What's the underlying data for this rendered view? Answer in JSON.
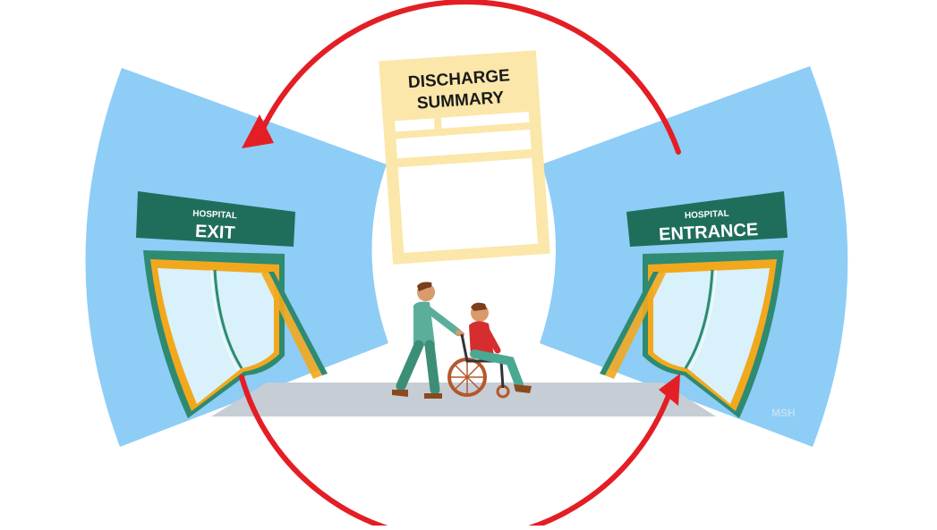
{
  "exit_sign": {
    "small": "HOSPITAL",
    "big": "EXIT"
  },
  "entrance_sign": {
    "small": "HOSPITAL",
    "big": "ENTRANCE"
  },
  "document": {
    "title_line1": "DISCHARGE",
    "title_line2": "SUMMARY"
  },
  "credit": "MSH",
  "colors": {
    "wall": "#8ECDF6",
    "sign": "#1F6E5B",
    "frame": "#F2A81D",
    "door_trim": "#2E8A71",
    "glass": "#D8F1FA",
    "floor": "#C6CDD5",
    "arrow": "#E31E24",
    "paper": "#FBE7AA"
  }
}
